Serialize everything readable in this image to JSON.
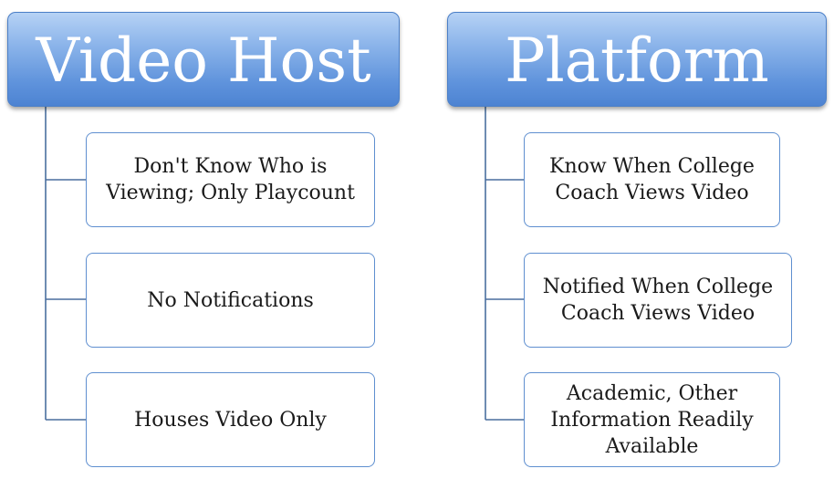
{
  "columns": [
    {
      "title": "Video Host",
      "items": [
        "Don't Know Who is Viewing; Only Playcount",
        "No Notifications",
        "Houses Video Only"
      ]
    },
    {
      "title": "Platform",
      "items": [
        "Know When College Coach Views Video",
        "Notified When College Coach Views Video",
        "Academic, Other Information Readily Available"
      ]
    }
  ],
  "colors": {
    "header_gradient_top": "#b6d2f5",
    "header_gradient_bottom": "#4d83d2",
    "box_border": "#5f8fd0",
    "connector": "#4a6f9e",
    "header_text": "#ffffff"
  }
}
